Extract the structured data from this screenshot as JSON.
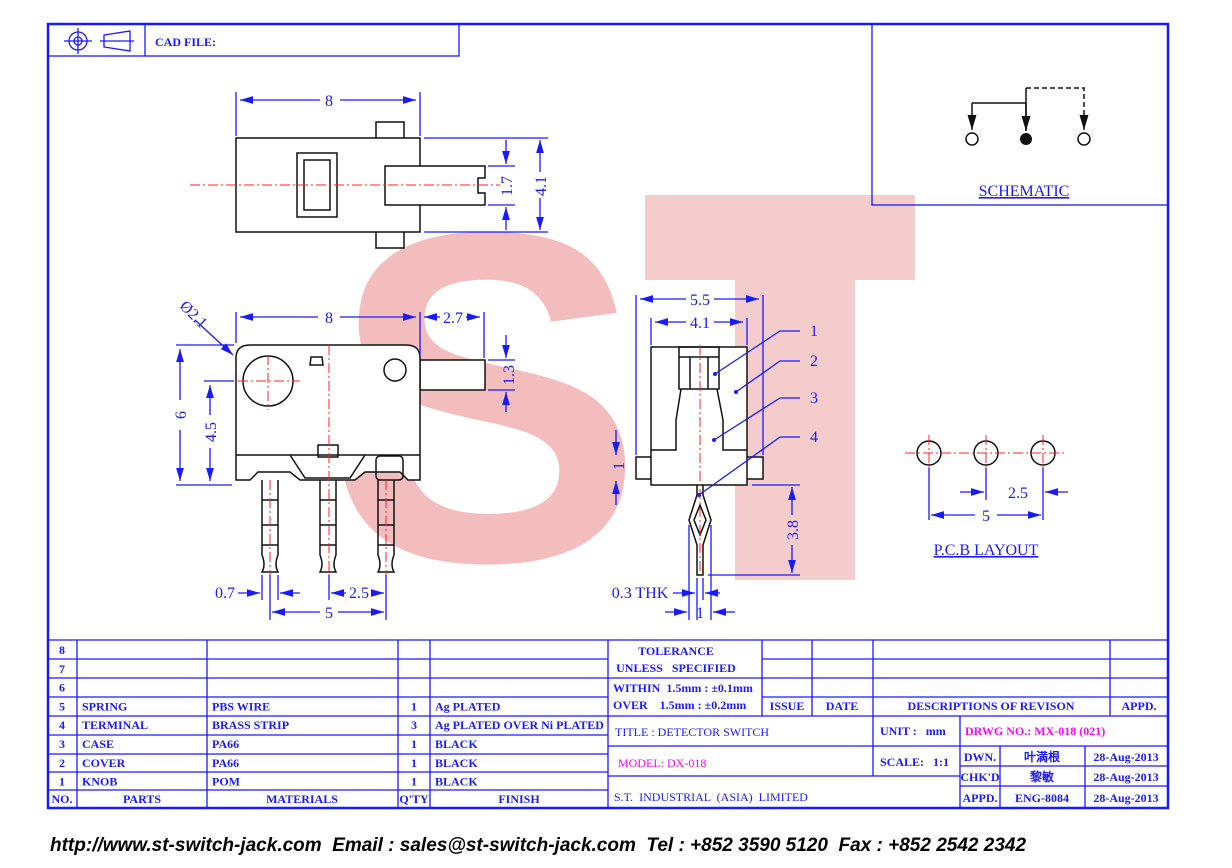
{
  "header": {
    "cad_file_label": "CAD FILE:"
  },
  "watermark": {
    "text": "ST"
  },
  "views": {
    "top": {
      "width": "8",
      "dim_a": "1.7",
      "dim_b": "4.1"
    },
    "front": {
      "diameter": "Ø2.1",
      "width": "8",
      "tab": "2.7",
      "tab_h": "1.3",
      "height": "6",
      "hole_h": "4.5",
      "pin_w": "0.7",
      "pitch": "2.5",
      "span": "5"
    },
    "side": {
      "outer": "5.5",
      "inner": "4.1",
      "flange": "1",
      "pin_len": "3.8",
      "thk": "0.3 THK",
      "pin_w": "1",
      "callouts": [
        "1",
        "2",
        "3",
        "4"
      ]
    }
  },
  "schematic": {
    "label": "SCHEMATIC"
  },
  "pcb": {
    "label": "P.C.B LAYOUT",
    "pitch": "2.5",
    "span": "5"
  },
  "bom": {
    "headers": [
      "NO.",
      "PARTS",
      "MATERIALS",
      "Q'TY",
      "FINISH"
    ],
    "rows": [
      {
        "no": "8",
        "part": "",
        "material": "",
        "qty": "",
        "finish": ""
      },
      {
        "no": "7",
        "part": "",
        "material": "",
        "qty": "",
        "finish": ""
      },
      {
        "no": "6",
        "part": "",
        "material": "",
        "qty": "",
        "finish": ""
      },
      {
        "no": "5",
        "part": "SPRING",
        "material": "PBS WIRE",
        "qty": "1",
        "finish": "Ag PLATED"
      },
      {
        "no": "4",
        "part": "TERMINAL",
        "material": "BRASS STRIP",
        "qty": "3",
        "finish": "Ag PLATED OVER Ni PLATED"
      },
      {
        "no": "3",
        "part": "CASE",
        "material": "PA66",
        "qty": "1",
        "finish": "BLACK"
      },
      {
        "no": "2",
        "part": "COVER",
        "material": "PA66",
        "qty": "1",
        "finish": "BLACK"
      },
      {
        "no": "1",
        "part": "KNOB",
        "material": "POM",
        "qty": "1",
        "finish": "BLACK"
      }
    ]
  },
  "tolerance": {
    "line1": "TOLERANCE",
    "line2": "UNLESS   SPECIFIED",
    "within": "WITHIN  1.5mm : ±0.1mm",
    "over": "OVER    1.5mm : ±0.2mm"
  },
  "revision": {
    "issue": "ISSUE",
    "date": "DATE",
    "desc": "DESCRIPTIONS OF REVISON",
    "appd": "APPD."
  },
  "title_block": {
    "title": "TITLE : DETECTOR SWITCH",
    "unit": "UNIT :   mm",
    "drwg_no": "DRWG NO.: MX-018 (021)",
    "model": "MODEL: DX-018",
    "scale": "SCALE:   1:1",
    "company": "S.T.  INDUSTRIAL  (ASIA)  LIMITED",
    "signoffs": [
      {
        "role": "DWN.",
        "name": "叶満根",
        "date": "28-Aug-2013"
      },
      {
        "role": "CHK'D",
        "name": "黎敏",
        "date": "28-Aug-2013"
      },
      {
        "role": "APPD.",
        "name": "ENG-8084",
        "date": "28-Aug-2013"
      }
    ],
    "accent_magenta": "#ff00ff",
    "line_blue": "#1a1aff"
  },
  "footer": {
    "text": "http://www.st-switch-jack.com  Email : sales@st-switch-jack.com  Tel : +852 3590 5120  Fax : +852 2542 2342"
  }
}
